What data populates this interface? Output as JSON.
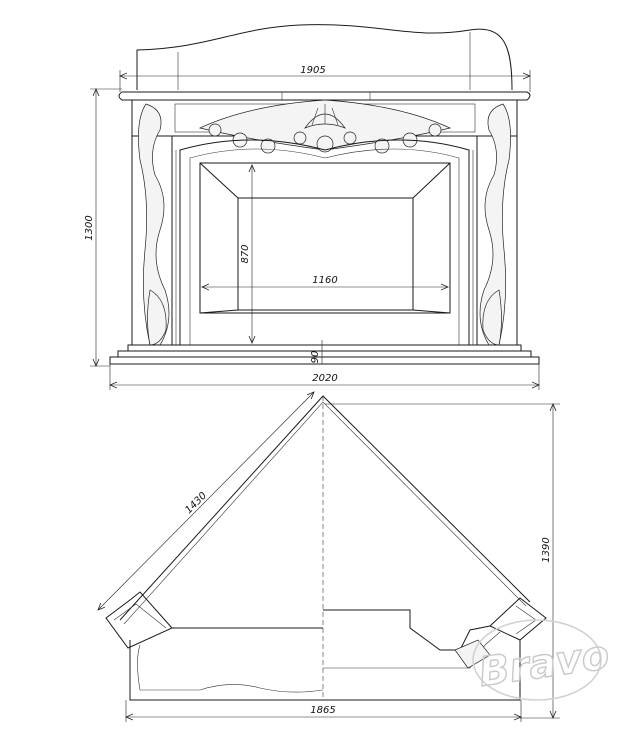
{
  "front_view": {
    "width_top": "1905",
    "height_total": "1300",
    "opening_height": "870",
    "opening_width": "1160",
    "base_height": "90",
    "width_base": "2020"
  },
  "top_view": {
    "diagonal_side": "1430",
    "depth": "1390",
    "width": "1865"
  },
  "watermark": "Bravo"
}
